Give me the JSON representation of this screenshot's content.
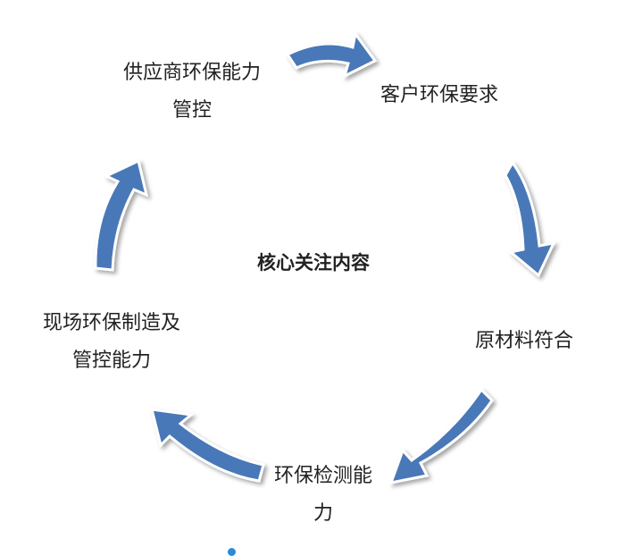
{
  "diagram": {
    "center_label": "核心关注内容",
    "nodes": [
      {
        "line1": "客户环保要求",
        "line2": ""
      },
      {
        "line1": "原材料符合",
        "line2": ""
      },
      {
        "line1": "环保检测能",
        "line2": "力"
      },
      {
        "line1": "现场环保制造及",
        "line2": "管控能力"
      },
      {
        "line1": "供应商环保能力",
        "line2": "管控"
      }
    ],
    "colors": {
      "arrow": "#4a78b8",
      "dot": "#2a8cd8"
    }
  }
}
